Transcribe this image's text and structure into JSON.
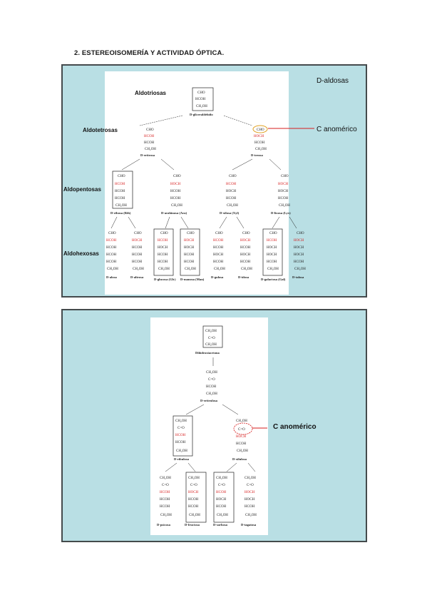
{
  "heading": "2.   ESTEREOISOMERÍA Y ACTIVIDAD ÓPTICA.",
  "aldoses": {
    "side_label": "D-aldosas",
    "anomeric_label": "C anomérico",
    "levels": [
      "Aldotriosas",
      "Aldotetrosas",
      "Aldopentosas",
      "Aldohexosas"
    ],
    "triose_name": "D-gliceraldehído",
    "tetroses": [
      "D-eritrosa",
      "D-treosa"
    ],
    "pentoses": [
      "D-ribosa (Rib)",
      "D-arabinosa (Ara)",
      "D-xilosa (Xyl)",
      "D-lixosa (Lyx)"
    ],
    "hexoses": [
      "D-alosa",
      "D-altrosa",
      "D-glucosa (Glc)",
      "D-manosa (Man)",
      "D-gulosa",
      "D-idosa",
      "D-galactosa (Gal)",
      "D-talosa"
    ]
  },
  "ketoses": {
    "anomeric_label": "C anomérico",
    "triose_name": "Dihidroxiacetona",
    "tetrose": "D-eritrulosa",
    "pentoses": [
      "D-ribulosa",
      "D-xilulosa"
    ],
    "hexoses": [
      "D-psicosa",
      "D-fructosa",
      "D-sorbosa",
      "D-tagatosa"
    ]
  }
}
